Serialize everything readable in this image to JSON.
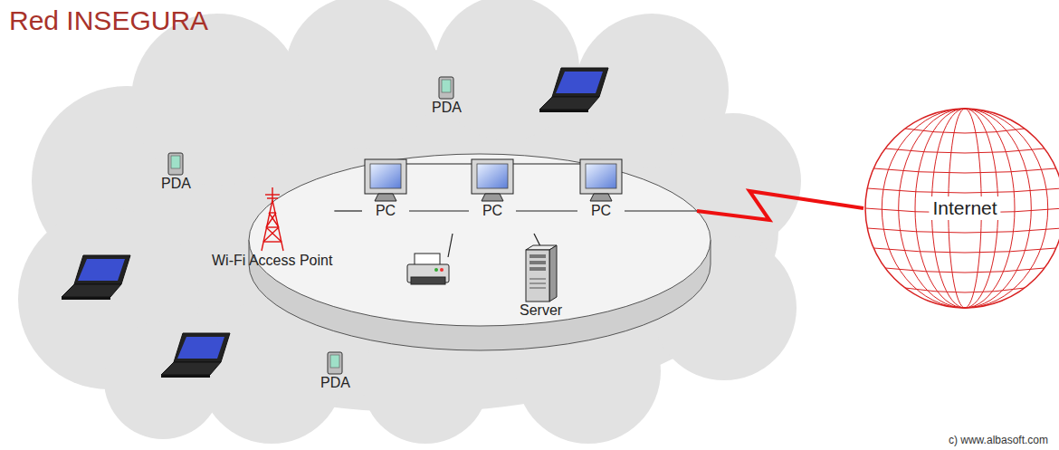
{
  "diagram": {
    "title": "Red INSEGURA",
    "nodes": [
      {
        "text": [
          "PDA"
        ]
      },
      {
        "text": [
          "PDA"
        ]
      },
      {
        "text": [
          "PC"
        ]
      },
      {
        "text": [
          "PC"
        ]
      },
      {
        "text": [
          "PC"
        ]
      },
      {
        "text": [
          "Wi-Fi Access Point"
        ]
      },
      {
        "text": [
          "Server"
        ]
      },
      {
        "text": [
          "Internet"
        ]
      },
      {
        "text": [
          "PDA"
        ]
      }
    ],
    "edges": [
      {
        "from": 5,
        "to": 2,
        "arrow": "none"
      },
      {
        "from": 2,
        "to": 3,
        "arrow": "none"
      },
      {
        "from": 3,
        "to": 4,
        "arrow": "none"
      },
      {
        "from": 4,
        "to": 7,
        "arrow": "none"
      }
    ],
    "labels": [
      "c) www.albasoft.com"
    ]
  }
}
